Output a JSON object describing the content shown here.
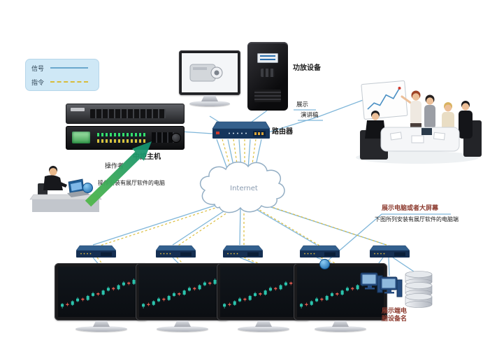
{
  "legend": {
    "items": [
      {
        "label": "信号",
        "style": "solid"
      },
      {
        "label": "指令",
        "style": "dashed"
      }
    ]
  },
  "labels": {
    "amplifier": "功放设备",
    "display": "展示",
    "speech": "演讲稿",
    "router": "路由器",
    "central_host": "中控主机",
    "operator": "操作者",
    "operator_note": "操作安装有展厅软件的电脑",
    "internet": "Internet",
    "wall_title": "展示电脑或者大屏幕",
    "wall_note": "下图所列安装有展厅软件的电脑端",
    "terminal_line1": "展示端电",
    "terminal_line2": "脑设备名"
  },
  "colors": {
    "signal_line": "#7fb6d9",
    "command_line": "#dcbe3e",
    "legend_bg": "#cfe8f6",
    "candle_up": "#2bc4ad",
    "candle_down": "#e05a4e",
    "arrow_start": "#54b948",
    "arrow_end": "#0f8f74"
  },
  "chart": {
    "type": "candlestick",
    "candles": [
      [
        20,
        26,
        16,
        28
      ],
      [
        26,
        24,
        21,
        29
      ],
      [
        24,
        32,
        22,
        34
      ],
      [
        32,
        38,
        30,
        41
      ],
      [
        38,
        35,
        32,
        40
      ],
      [
        35,
        44,
        33,
        46
      ],
      [
        44,
        50,
        42,
        53
      ],
      [
        50,
        47,
        44,
        52
      ],
      [
        47,
        56,
        45,
        58
      ],
      [
        56,
        62,
        54,
        65
      ],
      [
        62,
        59,
        56,
        64
      ],
      [
        59,
        68,
        57,
        70
      ],
      [
        68,
        74,
        66,
        77
      ],
      [
        74,
        71,
        68,
        76
      ],
      [
        71,
        80,
        69,
        83
      ],
      [
        80,
        86,
        78,
        88
      ]
    ]
  }
}
